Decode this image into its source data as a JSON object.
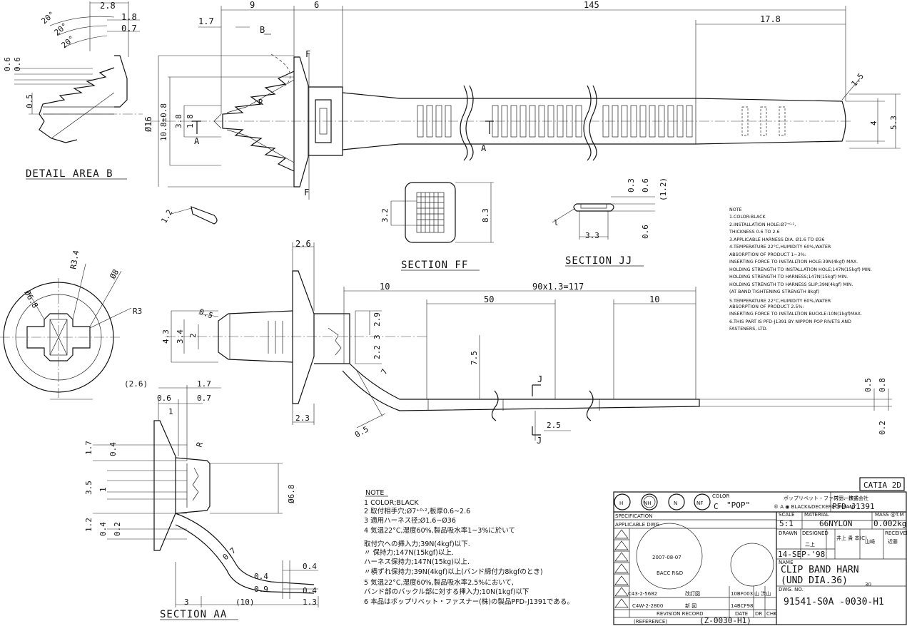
{
  "views": {
    "detail_b": "DETAIL AREA B",
    "section_ff": "SECTION FF",
    "section_jj": "SECTION JJ",
    "section_aa": "SECTION AA"
  },
  "section_markers": {
    "f1": "F",
    "f2": "F",
    "a1": "A",
    "a2": "A",
    "j1": "J",
    "j2": "J",
    "b": "B"
  },
  "dims_top": {
    "d9": "9",
    "d6": "6",
    "d145": "145",
    "d17_8": "17.8",
    "d1_7": "1.7",
    "d2_8": "2.8",
    "d1_8": "1.8",
    "d0_7": "0.7",
    "a20a": "20°",
    "a20b": "20°",
    "a20c": "20°",
    "d0_6a": "0.6",
    "d0_6b": "0.6",
    "d0_5": "0.5",
    "dia16": "Ø16",
    "d10_8": "10.8±0.8",
    "d3_8": "3.8",
    "d1_8v": "1.8",
    "r": "R",
    "d1_5": "1.5",
    "d4": "4",
    "d5_3": "5.3",
    "d1_2": "1.2"
  },
  "dims_sections": {
    "ff_3_2": "3.2",
    "ff_8_3": "8.3",
    "jj_0_3": "0.3",
    "jj_0_6": "0.6",
    "jj_1_2": "(1.2)",
    "jj_0_6b": "0.6",
    "jj_3_3": "3.3",
    "jj_l": "l"
  },
  "dims_side": {
    "d2_6": "2.6",
    "d10": "10",
    "d90x": "90x1.3=117",
    "d50": "50",
    "d10b": "10",
    "d0_5": "0.5",
    "d4_3": "4.3",
    "d3_4": "3.4",
    "d2": "2",
    "d2_9": "2.9",
    "d3": "3",
    "d2_2": "2.2",
    "d7_5": "7.5",
    "d7": "7",
    "d0_5b": "0.5",
    "d2_3": "2.3",
    "d2_5": "2.5",
    "d0_5c": "0.5",
    "d0_8": "0.8",
    "d0_2": "0.2"
  },
  "dims_round": {
    "r3_4": "R3.4",
    "dia8": "Ø8",
    "dia6_8": "Ø6.8",
    "r3": "R3"
  },
  "dims_aa": {
    "d2_6": "(2.6)",
    "d1_7": "1.7",
    "d0_6": "0.6",
    "d0_7": "0.7",
    "d1": "1",
    "d1_7v": "1.7",
    "d0_4": "0.4",
    "r": "R",
    "d3_5": "3.5",
    "d1_2": "1.2",
    "d0_4b": "0.4",
    "d0_2": "0.2",
    "dia6_8": "Ø6.8",
    "d0_7b": "0.7",
    "d0_4c": "0.4",
    "d0_9": "0.9",
    "d0_4d": "0.4",
    "d3": "3",
    "d10": "(10)",
    "d1_3": "1.3"
  },
  "note_en": {
    "title": "NOTE",
    "lines": [
      "1.COLOR:BLACK",
      "2.INSTALLATION HOLE:Ø7⁺⁰·²,",
      "   THICKNESS 0.6 TO 2.6",
      "3.APPLICABLE HARNESS DIA. Ø1.6 TO Ø36",
      "4.TEMPERATURE 22°C,HUMIDITY 60%,WATER",
      "  ABSORPTION OF PRODUCT 1~3%:",
      "    INSERTING FORCE TO INSTALLTION HOLE:39N(4kgf) MAX.",
      "    HOLDING STRENGTH TO INSTALLATION HOLE;147N(15kgf) MIN.",
      "    HOLDING STRENGTH TO HARNESS;147N(15kgf) MIN.",
      "    HOLDING STRENGTH TO HARNESS SLIP;39N(4kgf) MIN.",
      "     (AT BAND TIGHTENING STRENGTH 8kgf)",
      "5.TEMPERATURE 22°C,HUMIDITY 60%,WATER",
      "  ABSORPTION OF PRODUCT 2.5%:",
      "    INSERTING FORCE TO INSTALLTION BUCKLE:10N(1kgf)MAX.",
      "6.THIS PART IS PFD-J1391 BY NIPPON POP RIVETS AND",
      "  FASTENERS, LTD."
    ]
  },
  "note_jp": {
    "title": "NOTE",
    "lines": [
      "1  COLOR;BLACK",
      "2  取付相手穴;Ø7⁺⁰·²,板厚0.6~2.6",
      "3  適用ハーネス径;Ø1.6~Ø36",
      "4  気温22°C,湿度60%,製品吸水率1~3%に於いて",
      "  取付穴への挿入力;39N(4kgf)以下.",
      "        〃 保持力;147N(15kgf)以上.",
      "   ハーネス保持力;147N(15kg)以上.",
      "       〃横ずれ保持力;39N(4kgf)以上(バンド締付力8kgfのとき)",
      "5  気温22°C,湿度60%,製品吸水率2.5%において,",
      "   バンド部のバックル部に対する挿入力;10N(1kgf)以下",
      "6  本品はポップリベット・ファスナー(株)の製品PFD-J1391である。"
    ]
  },
  "title_block": {
    "catia": "CATIA 2D",
    "sym_h": "H",
    "sym_nh": "NH",
    "sym_n": "N",
    "sym_nf": "NF",
    "color_label": "COLOR",
    "color_value": "C",
    "brand": "\"POP\"",
    "company_jp": "ポップリベット・ファスナー株式会社",
    "company_en": "® A ◉ BLACK&DECKERCOMPANY",
    "maker_jp": "村田、渋谷",
    "part_ref": "PFD-J1391",
    "specification": "SPECIFICATION",
    "applicable_dwg": "APPLICABLE DWG",
    "scale_label": "SCALE",
    "scale": "5:1",
    "material_label": "MATERIAL",
    "material": "66NYLON",
    "mass_label": "MASS @T.M",
    "mass": "0.002kg",
    "drawn": "DRAWN",
    "designed": "DESIGNED",
    "received": "RECEIVED",
    "designer": "二上",
    "d_name": "井上 貴 本(C)",
    "checker": "山崎",
    "recv": "近藤",
    "date": "14-SEP-'98",
    "name_label": "NAME",
    "name1": "CLIP BAND HARN",
    "name2": "(UND DIA.36)",
    "dwg_no_label": "DWG. NO.",
    "dwg_no": "91541-S0A -0030-H1",
    "rev1_no": "C43-2-5682",
    "rev1_desc": "改訂図",
    "rev1_date": "10BF003",
    "rev1_by": "山 渋山",
    "rev2_no": "C4W-2-2800",
    "rev2_desc": "新 図",
    "rev2_date": "14BCF98",
    "revision_record": "REVISION RECORD",
    "date_label": "DATE",
    "dr": "DR",
    "chk": "CHK",
    "reference_label": "(REFERENCE)",
    "reference": "(Z-0030-H1)",
    "stamp_date": "2007-08-07",
    "stamp_sig": "BACC R&D",
    "mark_30": "30"
  }
}
